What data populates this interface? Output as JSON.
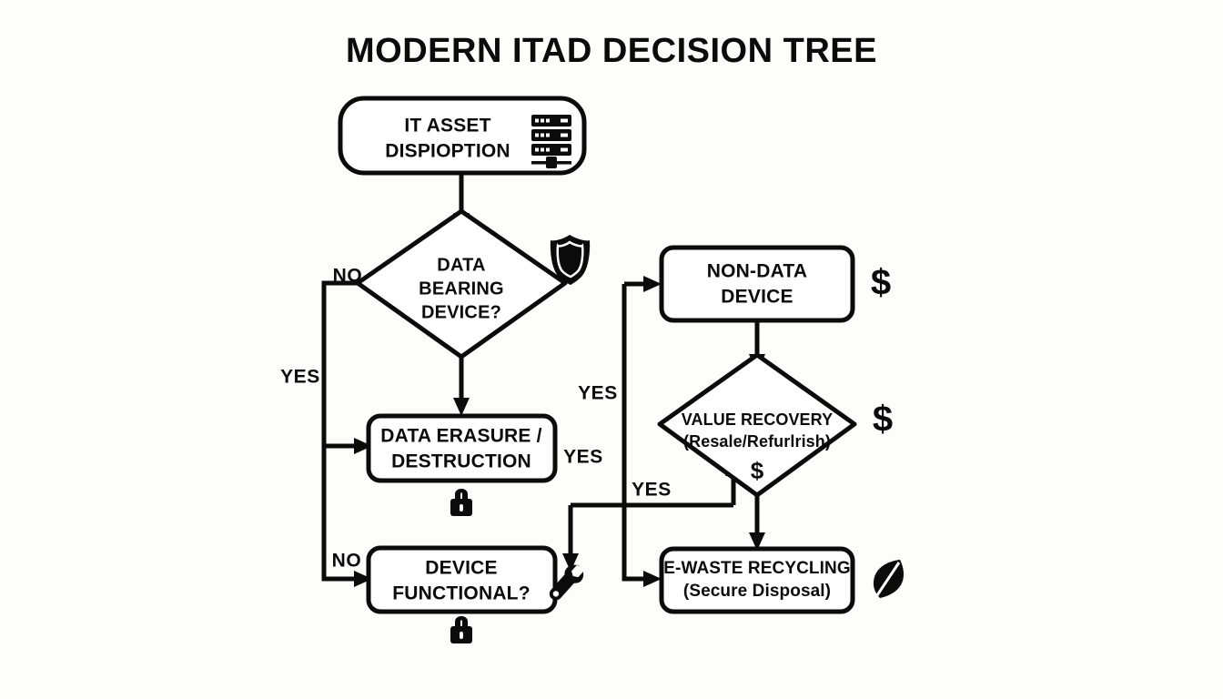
{
  "page": {
    "title": "MODERN ITAD DECISION TREE",
    "background_color": "#fdfdfc",
    "ink_color": "#0b0b0b"
  },
  "diagram": {
    "type": "flowchart",
    "nodes": [
      {
        "id": "start",
        "shape": "rounded-rect",
        "line1": "IT ASSET",
        "line2": "DISPIOPTION",
        "icon": "server-rack-icon"
      },
      {
        "id": "data-bearing",
        "shape": "diamond",
        "line1": "DATA",
        "line2": "BEARING",
        "line3": "DEVICE?",
        "icon": "shield-icon"
      },
      {
        "id": "data-erasure",
        "shape": "rounded-rect",
        "line1": "DATA ERASURE /",
        "line2": "DESTRUCTION",
        "icon": "lock-icon"
      },
      {
        "id": "device-functional",
        "shape": "rounded-rect",
        "line1": "DEVICE",
        "line2": "FUNCTIONAL?",
        "icon": "wrench-icon",
        "icon2": "lock-icon"
      },
      {
        "id": "non-data-device",
        "shape": "rounded-rect",
        "line1": "NON-DATA",
        "line2": "DEVICE",
        "icon": "dollar-icon"
      },
      {
        "id": "value-recovery",
        "shape": "diamond",
        "line1": "VALUE RECOVERY",
        "line2": "(Resale/Refurlrish)",
        "inner_symbol": "$",
        "icon": "dollar-icon"
      },
      {
        "id": "e-waste",
        "shape": "rounded-rect",
        "line1": "E-WASTE RECYCLING",
        "line2": "(Secure Disposal)",
        "icon": "leaf-icon"
      }
    ],
    "edge_labels": {
      "no_top": "NO",
      "yes_left": "YES",
      "no_lower_left": "NO",
      "yes_mid_right": "YES",
      "yes_tall": "YES",
      "yes_low": "YES"
    },
    "symbols": {
      "dollar": "$"
    }
  }
}
